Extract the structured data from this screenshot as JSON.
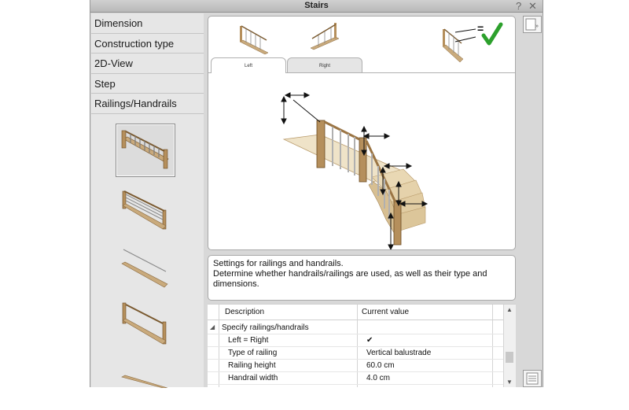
{
  "window": {
    "title": "Stairs",
    "help_glyph": "?",
    "close_glyph": "✕"
  },
  "sidebar": {
    "items": [
      {
        "label": "Dimension"
      },
      {
        "label": "Construction type"
      },
      {
        "label": "2D-View"
      },
      {
        "label": "Step"
      },
      {
        "label": "Railings/Handrails"
      }
    ]
  },
  "tabs": [
    {
      "label": "Left",
      "active": true
    },
    {
      "label": "Right",
      "active": false
    }
  ],
  "options": {
    "equal_icon": "checkmark-icon"
  },
  "description": {
    "line1": "Settings for railings and handrails.",
    "line2": "Determine whether handrails/railings are used, as well as their type and dimensions."
  },
  "grid": {
    "headers": {
      "col1": "Description",
      "col2": "Current value"
    },
    "group": "Specify railings/handrails",
    "rows": [
      {
        "name": "Left = Right",
        "value": "✔"
      },
      {
        "name": "Type of railing",
        "value": "Vertical balustrade"
      },
      {
        "name": "Railing height",
        "value": "60.0 cm"
      },
      {
        "name": "Handrail width",
        "value": "4.0 cm"
      }
    ]
  },
  "colors": {
    "accent_green": "#2ca02c",
    "wood": "#c9aa7c",
    "frame": "#d8d8d8"
  }
}
